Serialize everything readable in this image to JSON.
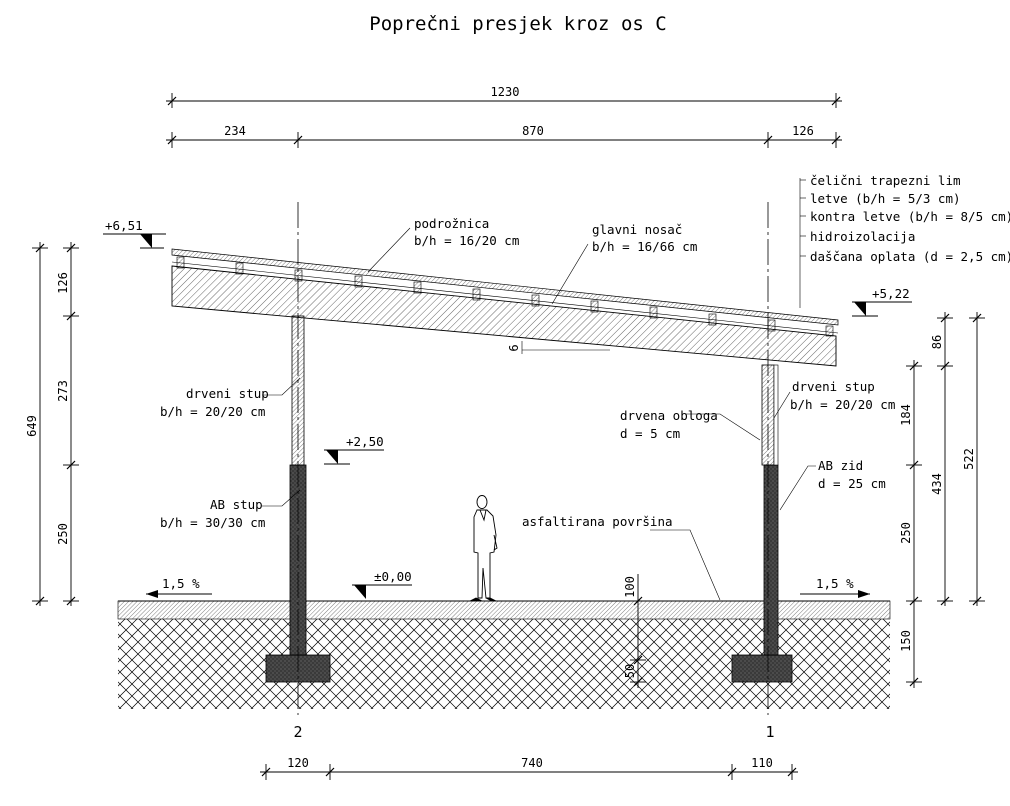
{
  "title": "Poprečni presjek kroz os C",
  "dimensions": {
    "top_total": "1230",
    "top_left": "234",
    "top_mid": "870",
    "top_right": "126",
    "left_total": "649",
    "left_a": "126",
    "left_b": "273",
    "left_c": "250",
    "right_86": "86",
    "right_184": "184",
    "right_250": "250",
    "right_150": "150",
    "right_434": "434",
    "right_522": "522",
    "inner_100": "100",
    "inner_50": "50",
    "beam_6": "6",
    "bottom_left": "120",
    "bottom_mid": "740",
    "bottom_right": "110"
  },
  "levels": {
    "top": "+6,51",
    "eave": "+5,22",
    "mid": "+2,50",
    "zero": "±0,00"
  },
  "slopes": {
    "left": "1,5 %",
    "right": "1,5 %"
  },
  "axes": {
    "left": "2",
    "right": "1"
  },
  "labels": {
    "purlin_1": "podrožnica",
    "purlin_2": "b/h = 16/20 cm",
    "beam_1": "glavni nosač",
    "beam_2": "b/h = 16/66 cm",
    "col_left_1": "drveni stup",
    "col_left_2": "b/h = 20/20 cm",
    "col_right_1": "drveni stup",
    "col_right_2": "b/h = 20/20 cm",
    "ab_col_1": "AB stup",
    "ab_col_2": "b/h = 30/30 cm",
    "cladding_1": "drvena obloga",
    "cladding_2": "d = 5 cm",
    "ab_wall_1": "AB zid",
    "ab_wall_2": "d = 25 cm",
    "asphalt": "asfaltirana površina"
  },
  "layers": [
    "čelični trapezni lim",
    "letve (b/h = 5/3 cm)",
    "kontra letve (b/h = 8/5 cm)",
    "hidroizolacija",
    "daščana oplata (d = 2,5 cm)"
  ],
  "colors": {
    "line": "#000000",
    "concrete": "#333333"
  }
}
